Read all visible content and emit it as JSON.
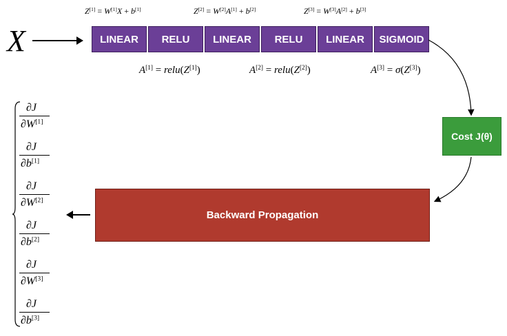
{
  "input_label": "X",
  "forward": {
    "layers": [
      "LINEAR",
      "RELU",
      "LINEAR",
      "RELU",
      "LINEAR",
      "SIGMOID"
    ]
  },
  "equations": {
    "z1": {
      "lhs": "Z",
      "lhs_sup": "[1]",
      "eq": " = ",
      "w": "W",
      "w_sup": "[1]",
      "in": "X",
      "plus": " + ",
      "b": "b",
      "b_sup": "[1]"
    },
    "z2": {
      "lhs": "Z",
      "lhs_sup": "[2]",
      "eq": " = ",
      "w": "W",
      "w_sup": "[2]",
      "in": "A",
      "in_sup": "[1]",
      "plus": " + ",
      "b": "b",
      "b_sup": "[2]"
    },
    "z3": {
      "lhs": "Z",
      "lhs_sup": "[3]",
      "eq": " = ",
      "w": "W",
      "w_sup": "[3]",
      "in": "A",
      "in_sup": "[2]",
      "plus": " + ",
      "b": "b",
      "b_sup": "[3]"
    },
    "a1": {
      "lhs": "A",
      "lhs_sup": "[1]",
      "eq": " = ",
      "fn": "relu",
      "arg": "Z",
      "arg_sup": "[1]"
    },
    "a2": {
      "lhs": "A",
      "lhs_sup": "[2]",
      "eq": " = ",
      "fn": "relu",
      "arg": "Z",
      "arg_sup": "[2]"
    },
    "a3": {
      "lhs": "A",
      "lhs_sup": "[3]",
      "eq": " = ",
      "fn": "σ",
      "arg": "Z",
      "arg_sup": "[3]"
    }
  },
  "cost_label": "Cost J(θ)",
  "backward_label": "Backward Propagation",
  "gradients": [
    {
      "num": "∂J",
      "den": "∂W",
      "sup": "[1]"
    },
    {
      "num": "∂J",
      "den": "∂b",
      "sup": "[1]"
    },
    {
      "num": "∂J",
      "den": "∂W",
      "sup": "[2]"
    },
    {
      "num": "∂J",
      "den": "∂b",
      "sup": "[2]"
    },
    {
      "num": "∂J",
      "den": "∂W",
      "sup": "[3]"
    },
    {
      "num": "∂J",
      "den": "∂b",
      "sup": "[3]"
    }
  ],
  "colors": {
    "forward_layer": "#6b3f97",
    "cost": "#3b9c3c",
    "backward": "#b03a2e"
  }
}
